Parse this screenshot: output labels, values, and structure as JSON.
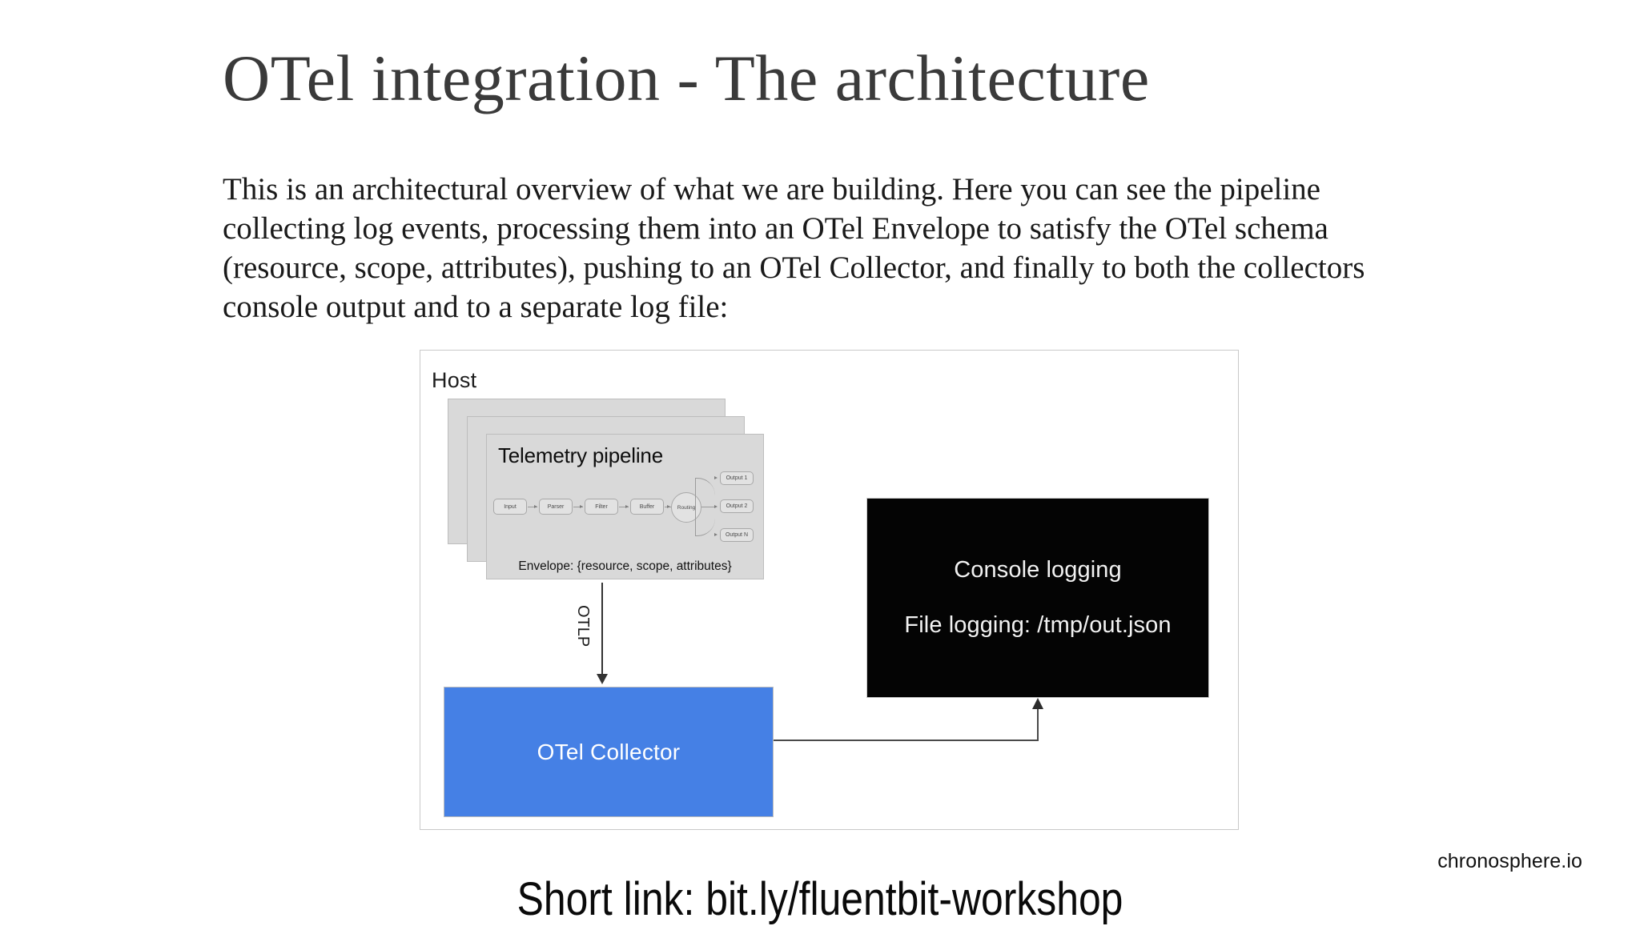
{
  "slide": {
    "title": "OTel integration - The architecture",
    "body": "This is an architectural overview of what we are building. Here you can see the pipeline collecting log events, processing them into an OTel Envelope to satisfy the OTel schema (resource, scope, attributes), pushing to an OTel Collector, and finally to both the collectors console output and to a separate log file:",
    "short_link": "Short link:  bit.ly/fluentbit-workshop",
    "brand": "chronosphere.io"
  },
  "diagram": {
    "host_label": "Host",
    "pipeline": {
      "title": "Telemetry pipeline",
      "envelope_label": "Envelope: {resource, scope, attributes}",
      "stages": [
        "Input",
        "Parser",
        "Filter",
        "Buffer"
      ],
      "routing_label": "Routing",
      "outputs": [
        "Output 1",
        "Output 2",
        "Output N"
      ],
      "stack_count": 3
    },
    "otlp_label": "OTLP",
    "collector_label": "OTel Collector",
    "console": {
      "line1": "Console logging",
      "line2": "File logging: /tmp/out.json"
    },
    "colors": {
      "collector_blue": "#4580e5",
      "console_black": "#040404",
      "card_grey": "#d9d9d9",
      "frame_border": "#c9c9c9"
    }
  }
}
